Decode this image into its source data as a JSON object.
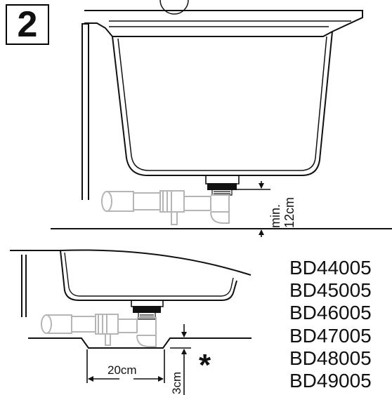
{
  "step_number": "2",
  "top_view": {
    "min_clearance_label": "min.\n12cm"
  },
  "bottom_view": {
    "width_label": "20cm",
    "depth_label": "3cm",
    "note_marker": "*"
  },
  "models": [
    "BD44005",
    "BD45005",
    "BD46005",
    "BD47005",
    "BD48005",
    "BD49005"
  ],
  "colors": {
    "line": "#111111",
    "ghost": "#b5b5b5"
  }
}
